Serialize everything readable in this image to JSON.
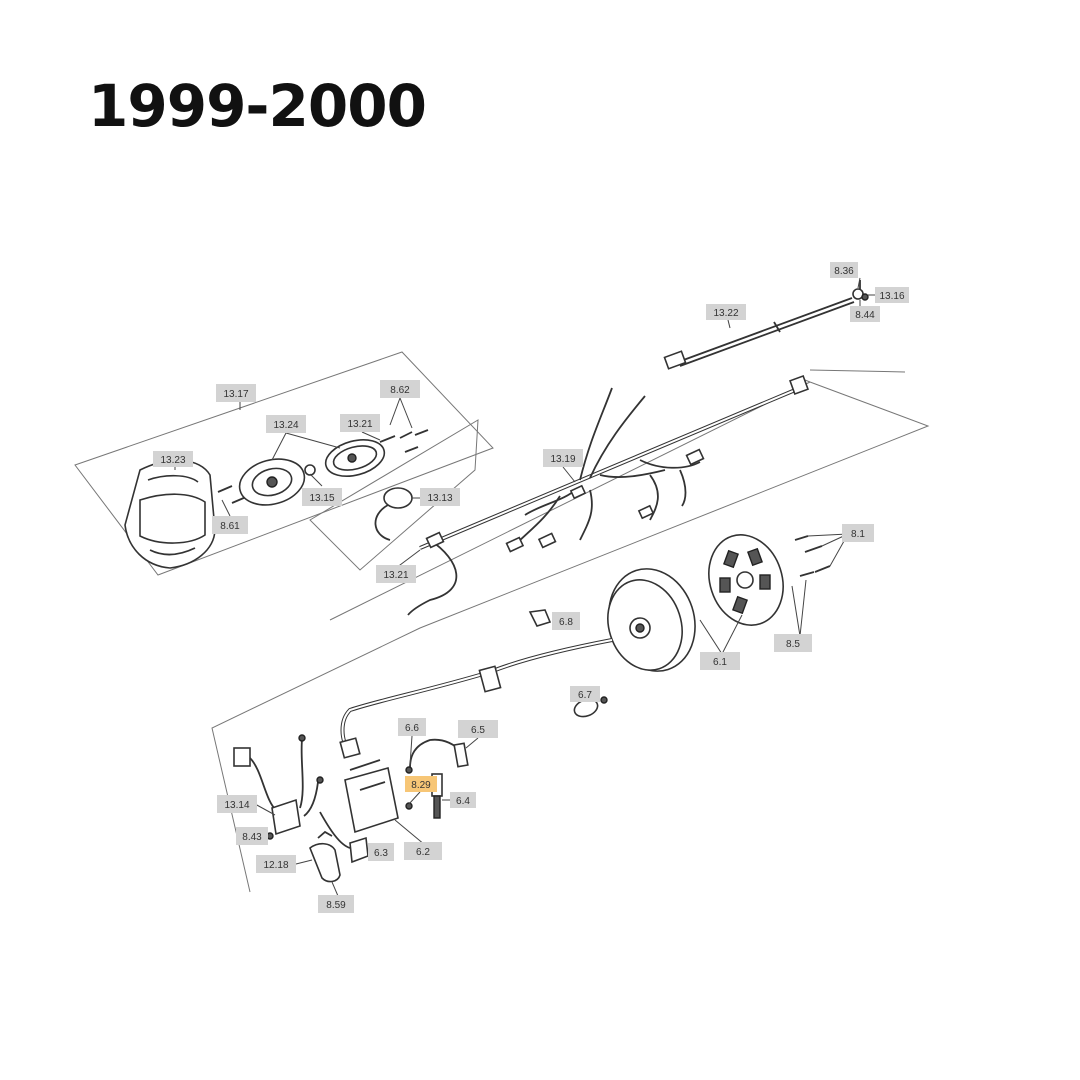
{
  "heading": "1999-2000",
  "labels": {
    "l_8_36": "8.36",
    "l_13_16": "13.16",
    "l_8_44": "8.44",
    "l_13_22": "13.22",
    "l_13_17": "13.17",
    "l_8_62": "8.62",
    "l_13_24": "13.24",
    "l_13_21_top": "13.21",
    "l_13_23": "13.23",
    "l_13_15": "13.15",
    "l_8_61": "8.61",
    "l_13_19": "13.19",
    "l_13_13": "13.13",
    "l_13_21_bottom": "13.21",
    "l_8_1": "8.1",
    "l_6_8": "6.8",
    "l_8_5": "8.5",
    "l_6_1": "6.1",
    "l_6_7": "6.7",
    "l_6_6": "6.6",
    "l_6_5": "6.5",
    "l_8_29": "8.29",
    "l_6_4": "6.4",
    "l_13_14": "13.14",
    "l_8_43": "8.43",
    "l_6_3": "6.3",
    "l_6_2": "6.2",
    "l_12_18": "12.18",
    "l_8_59": "8.59"
  },
  "colors": {
    "label_background": "#d3d3d3",
    "highlight_background": "#f7c676",
    "line": "#333333"
  },
  "icons": {
    "headlight_fairing": "fairing-icon",
    "headlight_lens": "lens-icon",
    "headlight_housing": "housing-icon",
    "switch": "switch-icon",
    "wiring_harness": "harness-icon",
    "flywheel": "flywheel-icon",
    "stator": "stator-icon",
    "cdi_unit": "cdi-icon",
    "spark_plug": "spark-plug-icon",
    "regulator": "regulator-icon",
    "bracket": "bracket-icon",
    "connector": "connector-icon",
    "screw": "screw-icon",
    "cable": "cable-icon"
  }
}
